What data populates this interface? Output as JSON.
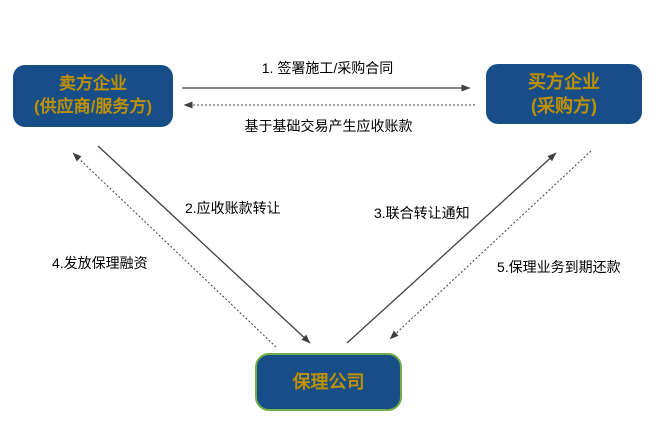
{
  "diagram": {
    "nodes": {
      "seller": {
        "line1": "卖方企业",
        "line2": "(供应商/服务方)"
      },
      "buyer": {
        "line1": "买方企业",
        "line2": "(采购方)"
      },
      "factor": {
        "label": "保理公司"
      }
    },
    "edges": {
      "sign_contract": "1. 签署施工/采购合同",
      "receivables_generated": "基于基础交易产生应收账款",
      "receivables_transfer": "2.应收账款转让",
      "joint_transfer_notice": "3.联合转让通知",
      "issue_financing": "4.发放保理融资",
      "maturity_repayment": "5.保理业务到期还款"
    },
    "colors": {
      "node_fill": "#174e87",
      "node_text": "#bf9000",
      "factor_border": "#70ad47",
      "arrow": "#404040",
      "label_text": "#000000",
      "canvas_bg": "#ffffff"
    }
  }
}
